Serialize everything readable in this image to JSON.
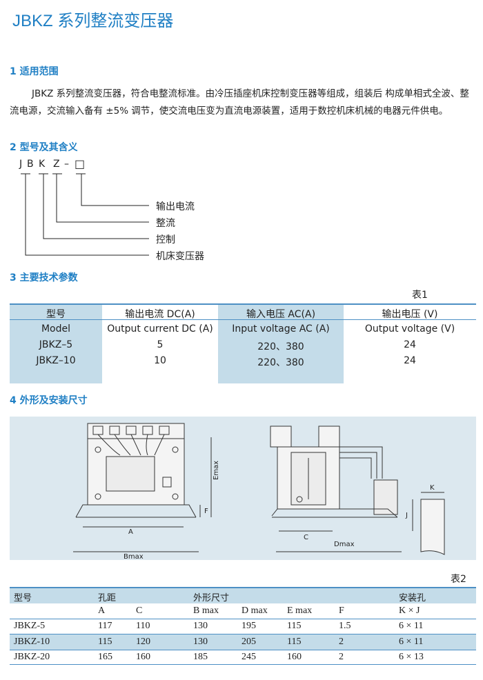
{
  "title": "JBKZ 系列整流变压器",
  "sections": {
    "s1": "1  适用范围",
    "s2": "2 型号及其含义",
    "s3": "3  主要技术参数",
    "s4": "4 外形及安装尺寸"
  },
  "scope_text": "JBKZ 系列整流变压器，符合电整流标准。由冷压插座机床控制变压器等组成，组装后 构成单相式全波、整流电源，交流输入备有 ±5% 调节，使交流电压变为直流电源装置，适用于数控机床机械的电器元件供电。",
  "model": {
    "code": [
      "J",
      "B",
      "K",
      "Z",
      "–",
      "□"
    ],
    "meanings": [
      "输出电流",
      "整流",
      "控制",
      "机床变压器"
    ]
  },
  "table1": {
    "caption": "表1",
    "headers_cn": [
      "型号",
      "输出电流 DC(A)",
      "输入电压  AC(A)",
      "输出电压 (V)"
    ],
    "headers_en": [
      "Model",
      "Output current DC (A)",
      "Input voltage AC (A)",
      "Output voltage (V)"
    ],
    "rows": [
      [
        "JBKZ–5",
        "5",
        "220、380",
        "24"
      ],
      [
        "JBKZ–10",
        "10",
        "220、380",
        "24"
      ]
    ]
  },
  "figure": {
    "left": {
      "A": "A",
      "Bmax": "Bmax",
      "Emax": "Emax",
      "F": "F"
    },
    "right": {
      "C": "C",
      "Dmax": "Dmax",
      "K": "K",
      "J": "J"
    }
  },
  "table2": {
    "caption": "表2",
    "group_headers": [
      "型号",
      "孔距",
      "外形尺寸",
      "安装孔"
    ],
    "sub_headers": [
      "A",
      "C",
      "B max",
      "D max",
      "E  max",
      "F",
      "K × J"
    ],
    "rows": [
      [
        "JBKZ-5",
        "117",
        "110",
        "130",
        "195",
        "115",
        "1.5",
        "6 × 11"
      ],
      [
        "JBKZ-10",
        "115",
        "120",
        "130",
        "205",
        "115",
        "2",
        "6 × 11"
      ],
      [
        "JBKZ-20",
        "165",
        "160",
        "185",
        "245",
        "160",
        "2",
        "6 × 13"
      ]
    ]
  },
  "colors": {
    "accent": "#1f7fc4",
    "shade": "#c4dce9",
    "figure_bg": "#dce8ef"
  }
}
